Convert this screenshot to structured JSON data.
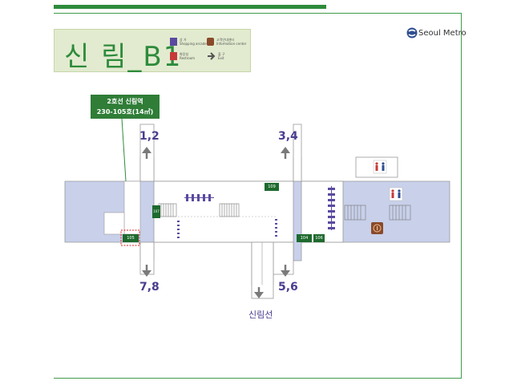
{
  "header": {
    "station": "신 림_B1",
    "legend": [
      {
        "icon": "shop-icon",
        "ko": "상 가",
        "en": "Shopping arcade"
      },
      {
        "icon": "info-icon",
        "ko": "고객안내센터",
        "en": "Information center"
      },
      {
        "icon": "restroom-icon",
        "ko": "화장실",
        "en": "Restroom"
      },
      {
        "icon": "exit-arrow-icon",
        "ko": "출 구",
        "en": "Exit"
      }
    ]
  },
  "logo": {
    "text": "Seoul Metro"
  },
  "callout": {
    "line1": "2호선 신림역",
    "line2": "230-105호(14㎡)"
  },
  "exits": {
    "top_left": "1,2",
    "top_right": "3,4",
    "bottom_left": "7,8",
    "bottom_right": "5,6"
  },
  "line_transfer": "신림선",
  "shops": {
    "s105": "105",
    "s106": "106",
    "s104": "104",
    "s107": "107",
    "s109": "109"
  },
  "colors": {
    "green": "#2e8b3c",
    "floor": "#c8d0ea",
    "exit_text": "#4a3d8f",
    "shop": "#1e6a2e"
  }
}
